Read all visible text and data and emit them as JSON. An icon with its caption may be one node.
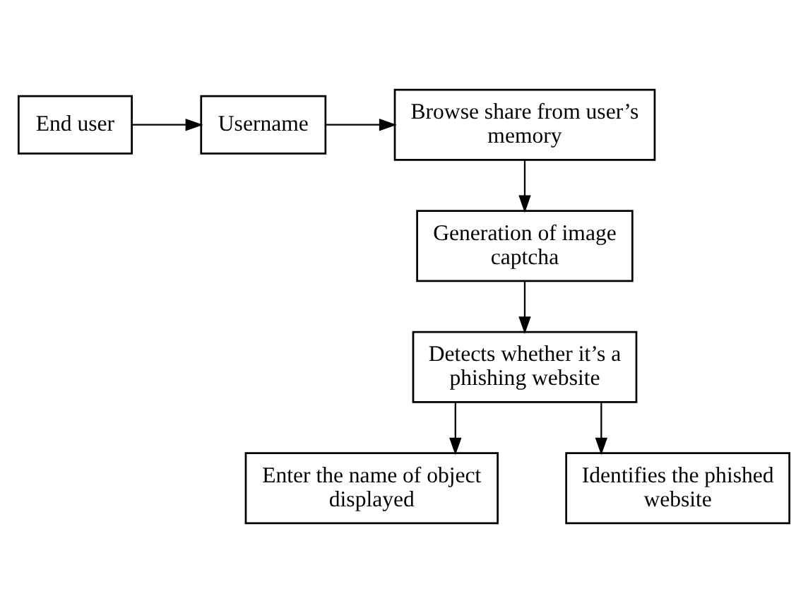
{
  "diagram": {
    "nodes": [
      {
        "text": [
          "End user"
        ]
      },
      {
        "text": [
          "Username"
        ]
      },
      {
        "text": [
          "Browse share from user’s memory"
        ]
      },
      {
        "text": [
          "Generation of image captcha"
        ]
      },
      {
        "text": [
          "Detects whether it’s a phishing website"
        ]
      },
      {
        "text": [
          "Enter the name of object displayed"
        ]
      },
      {
        "text": [
          "Identifies the phished website"
        ]
      }
    ],
    "edges": [
      {
        "from": 0,
        "to": 1,
        "arrow": "to"
      },
      {
        "from": 1,
        "to": 2,
        "arrow": "to"
      },
      {
        "from": 2,
        "to": 3,
        "arrow": "to"
      },
      {
        "from": 3,
        "to": 4,
        "arrow": "to"
      },
      {
        "from": 4,
        "to": 5,
        "arrow": "to"
      },
      {
        "from": 4,
        "to": 6,
        "arrow": "to"
      }
    ]
  }
}
